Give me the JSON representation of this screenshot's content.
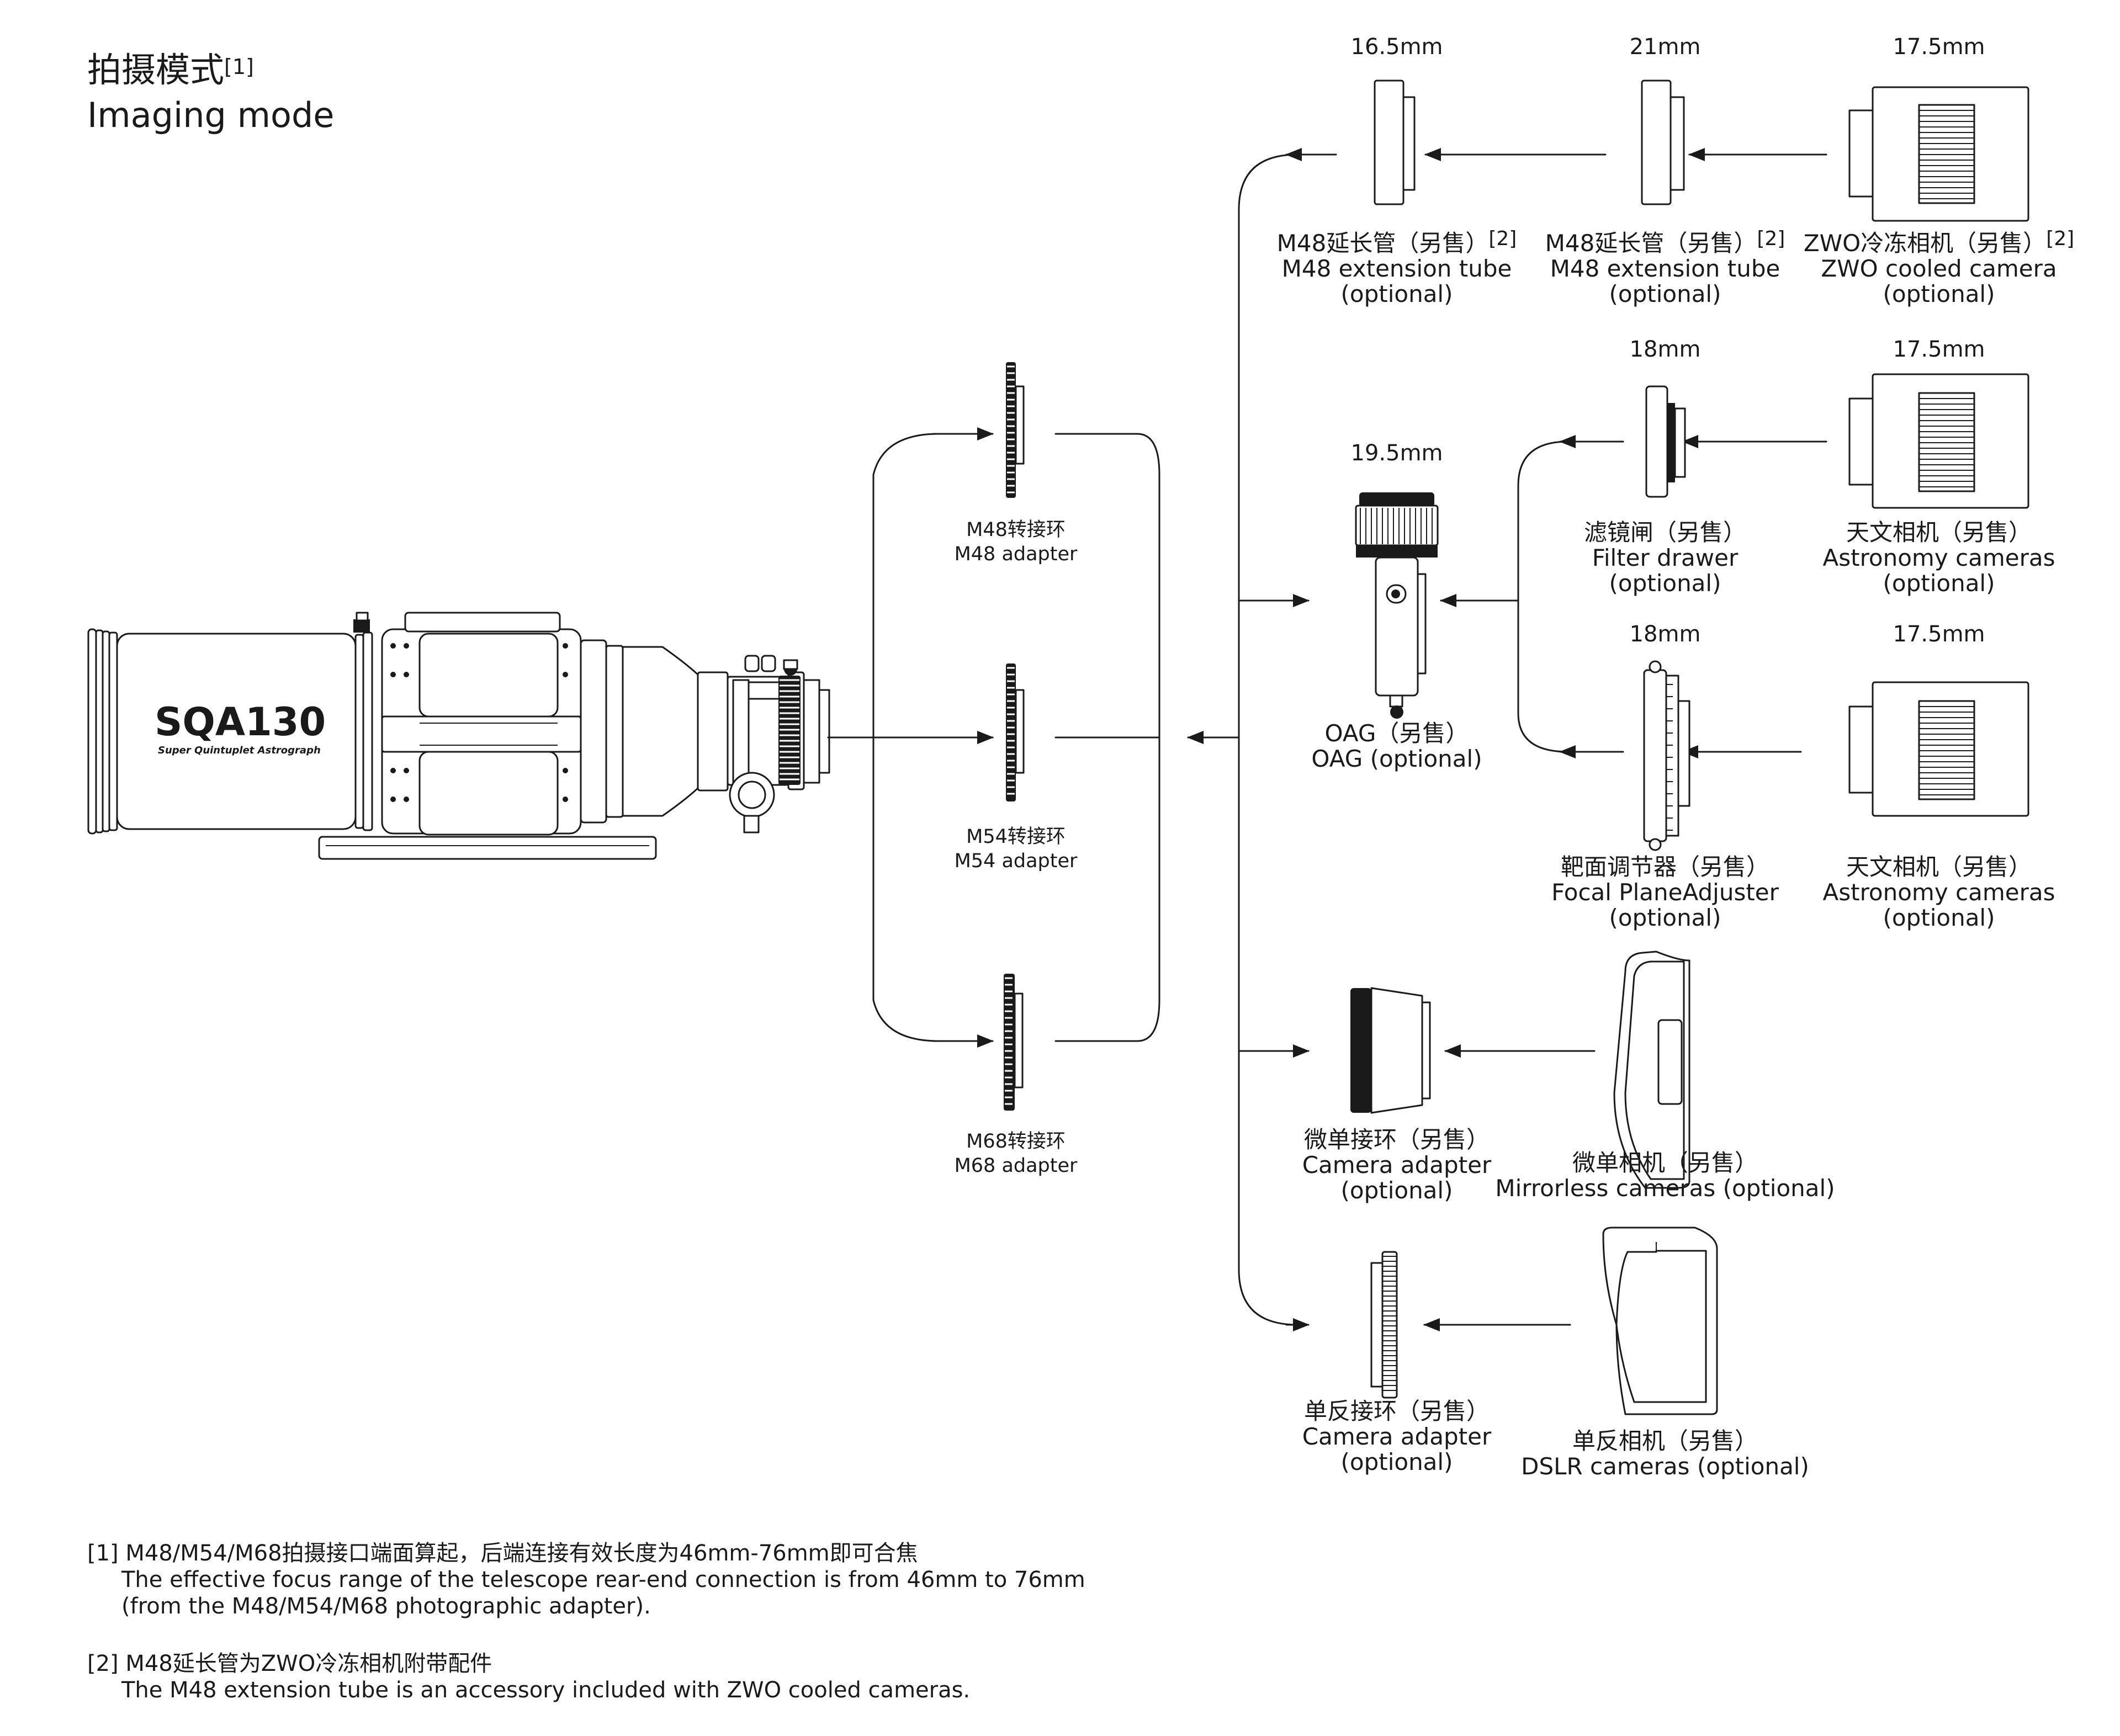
{
  "title": {
    "zh": "拍摄模式",
    "note_ref": "[1]",
    "en": "Imaging mode"
  },
  "telescope": {
    "brand": "SQA130",
    "subtitle": "Super Quintuplet Astrograph"
  },
  "adapters": [
    {
      "zh": "M48转接环",
      "en": "M48 adapter"
    },
    {
      "zh": "M54转接环",
      "en": "M54 adapter"
    },
    {
      "zh": "M68转接环",
      "en": "M68 adapter"
    }
  ],
  "dimensions": {
    "ext1": "16.5mm",
    "ext2": "21mm",
    "zwo_cam": "17.5mm",
    "oag": "19.5mm",
    "filter_drawer": "18mm",
    "astro_cam_1": "17.5mm",
    "fpa": "18mm",
    "astro_cam_2": "17.5mm"
  },
  "components": {
    "ext1": {
      "zh": "M48延长管（另售）",
      "ref": "[2]",
      "en": "M48 extension tube",
      "opt": "(optional)"
    },
    "ext2": {
      "zh": "M48延长管（另售）",
      "ref": "[2]",
      "en": "M48 extension tube",
      "opt": "(optional)"
    },
    "zwo_cam": {
      "zh": "ZWO冷冻相机（另售）",
      "ref": "[2]",
      "en": "ZWO cooled camera",
      "opt": "(optional)"
    },
    "filter_drawer": {
      "zh": "滤镜闸（另售）",
      "en": "Filter drawer",
      "opt": "(optional)"
    },
    "astro_cam_1": {
      "zh": "天文相机（另售）",
      "en": "Astronomy cameras",
      "opt": "(optional)"
    },
    "oag": {
      "zh": "OAG（另售）",
      "en": "OAG (optional)"
    },
    "fpa": {
      "zh": "靶面调节器（另售）",
      "en": "Focal PlaneAdjuster",
      "opt": "(optional)"
    },
    "astro_cam_2": {
      "zh": "天文相机（另售）",
      "en": "Astronomy cameras",
      "opt": "(optional)"
    },
    "mirrorless_adapter": {
      "zh": "微单接环（另售）",
      "en": "Camera adapter",
      "opt": "(optional)"
    },
    "mirrorless_cam": {
      "zh": "微单相机（另售）",
      "en": "Mirrorless cameras (optional)"
    },
    "dslr_adapter": {
      "zh": "单反接环（另售）",
      "en": "Camera adapter",
      "opt": "(optional)"
    },
    "dslr_cam": {
      "zh": "单反相机（另售）",
      "en": "DSLR cameras  (optional)"
    }
  },
  "notes": [
    {
      "zh": "[1] M48/M54/M68拍摄接口端面算起，后端连接有效长度为46mm-76mm即可合焦",
      "en1": "The effective focus range of the telescope rear-end connection is from 46mm to 76mm",
      "en2": "(from the M48/M54/M68 photographic adapter)."
    },
    {
      "zh": "[2] M48延长管为ZWO冷冻相机附带配件",
      "en1": "The M48 extension tube is an accessory included with ZWO cooled cameras."
    }
  ]
}
